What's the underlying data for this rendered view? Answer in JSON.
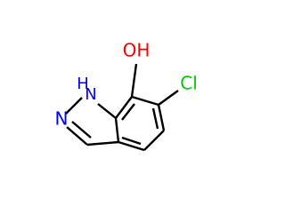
{
  "molecule": {
    "atoms": {
      "hydroxyl": {
        "label": "OH",
        "color": "#ff0000"
      },
      "chlorine": {
        "label": "Cl",
        "color": "#00cc00"
      },
      "nh": {
        "label": "H",
        "color": "#0000ff"
      },
      "n1": {
        "label": "N",
        "color": "#0000ff"
      },
      "n2": {
        "label": "N",
        "color": "#0000ff"
      }
    },
    "bond_color": "#000000"
  }
}
